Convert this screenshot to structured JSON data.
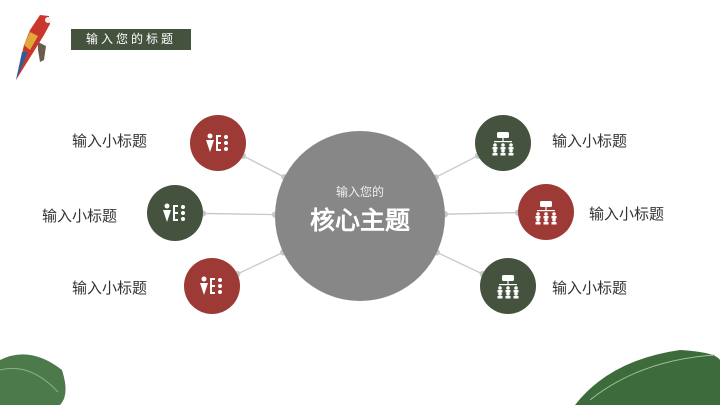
{
  "header": {
    "title": "输入您的标题"
  },
  "center": {
    "subtitle": "输入您的",
    "title": "核心主题"
  },
  "nodes": [
    {
      "label": "输入小标题",
      "side": "left",
      "color": "#9e3a35",
      "icon": "person-list-icon"
    },
    {
      "label": "输入小标题",
      "side": "left",
      "color": "#44523e",
      "icon": "person-list-icon"
    },
    {
      "label": "输入小标题",
      "side": "left",
      "color": "#9e3a35",
      "icon": "person-list-icon"
    },
    {
      "label": "输入小标题",
      "side": "right",
      "color": "#44523e",
      "icon": "network-hierarchy-icon"
    },
    {
      "label": "输入小标题",
      "side": "right",
      "color": "#9e3a35",
      "icon": "network-hierarchy-icon"
    },
    {
      "label": "输入小标题",
      "side": "right",
      "color": "#44523e",
      "icon": "network-hierarchy-icon"
    }
  ],
  "colors": {
    "red": "#9e3a35",
    "green": "#44523e",
    "center": "#878787",
    "line": "#c8c8c8"
  }
}
